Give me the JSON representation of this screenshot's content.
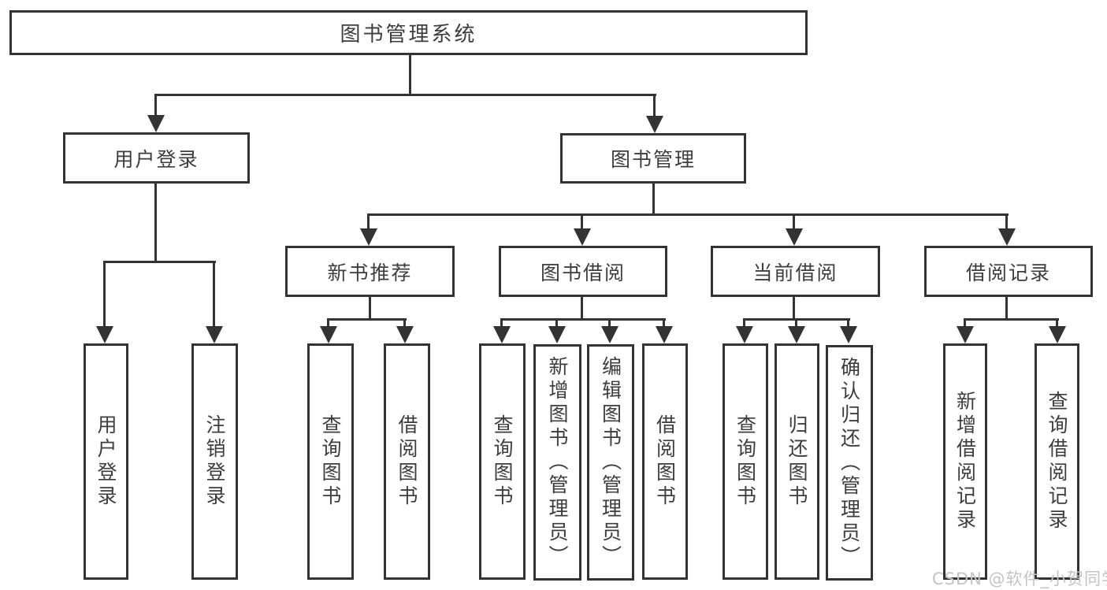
{
  "diagram": {
    "type": "hierarchy",
    "root": {
      "label": "图书管理系统",
      "children": [
        {
          "label": "用户登录",
          "children": [
            {
              "label": "用户登录"
            },
            {
              "label": "注销登录"
            }
          ]
        },
        {
          "label": "图书管理",
          "children": [
            {
              "label": "新书推荐",
              "children": [
                {
                  "label": "查询图书"
                },
                {
                  "label": "借阅图书"
                }
              ]
            },
            {
              "label": "图书借阅",
              "children": [
                {
                  "label": "查询图书"
                },
                {
                  "label": "新增图书（管理员）"
                },
                {
                  "label": "编辑图书（管理员）"
                },
                {
                  "label": "借阅图书"
                }
              ]
            },
            {
              "label": "当前借阅",
              "children": [
                {
                  "label": "查询图书"
                },
                {
                  "label": "归还图书"
                },
                {
                  "label": "确认归还（管理员）"
                }
              ]
            },
            {
              "label": "借阅记录",
              "children": [
                {
                  "label": "新增借阅记录"
                },
                {
                  "label": "查询借阅记录"
                }
              ]
            }
          ]
        }
      ]
    }
  },
  "watermark": {
    "text": "CSDN @软件_小贺同学"
  },
  "colors": {
    "line": "#333333",
    "box_border": "#333333",
    "text": "#3d3d3d",
    "background": "#ffffff",
    "watermark_text": "#c4c4c4"
  }
}
